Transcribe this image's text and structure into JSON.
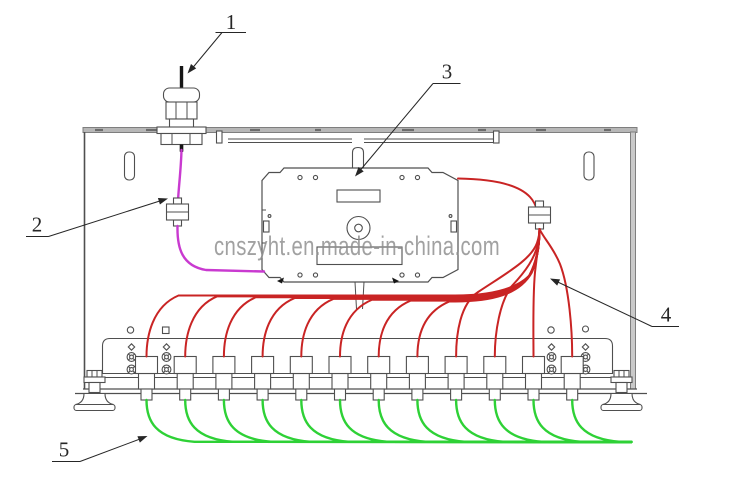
{
  "diagram": {
    "watermark": "cnszyht.en.made-in-china.com",
    "callouts": [
      {
        "label": "1"
      },
      {
        "label": "2"
      },
      {
        "label": "3"
      },
      {
        "label": "4"
      },
      {
        "label": "5"
      }
    ],
    "ports": 12,
    "colors": {
      "outline": "#4f4f4f",
      "frame": "#9c9c9c",
      "input_cable": "#161616",
      "buffer_fiber": "#c93ad0",
      "pigtail": "#c92424",
      "patch_cord": "#2ed136",
      "watermark": "#8d8d8d",
      "callout": "#262626"
    }
  }
}
